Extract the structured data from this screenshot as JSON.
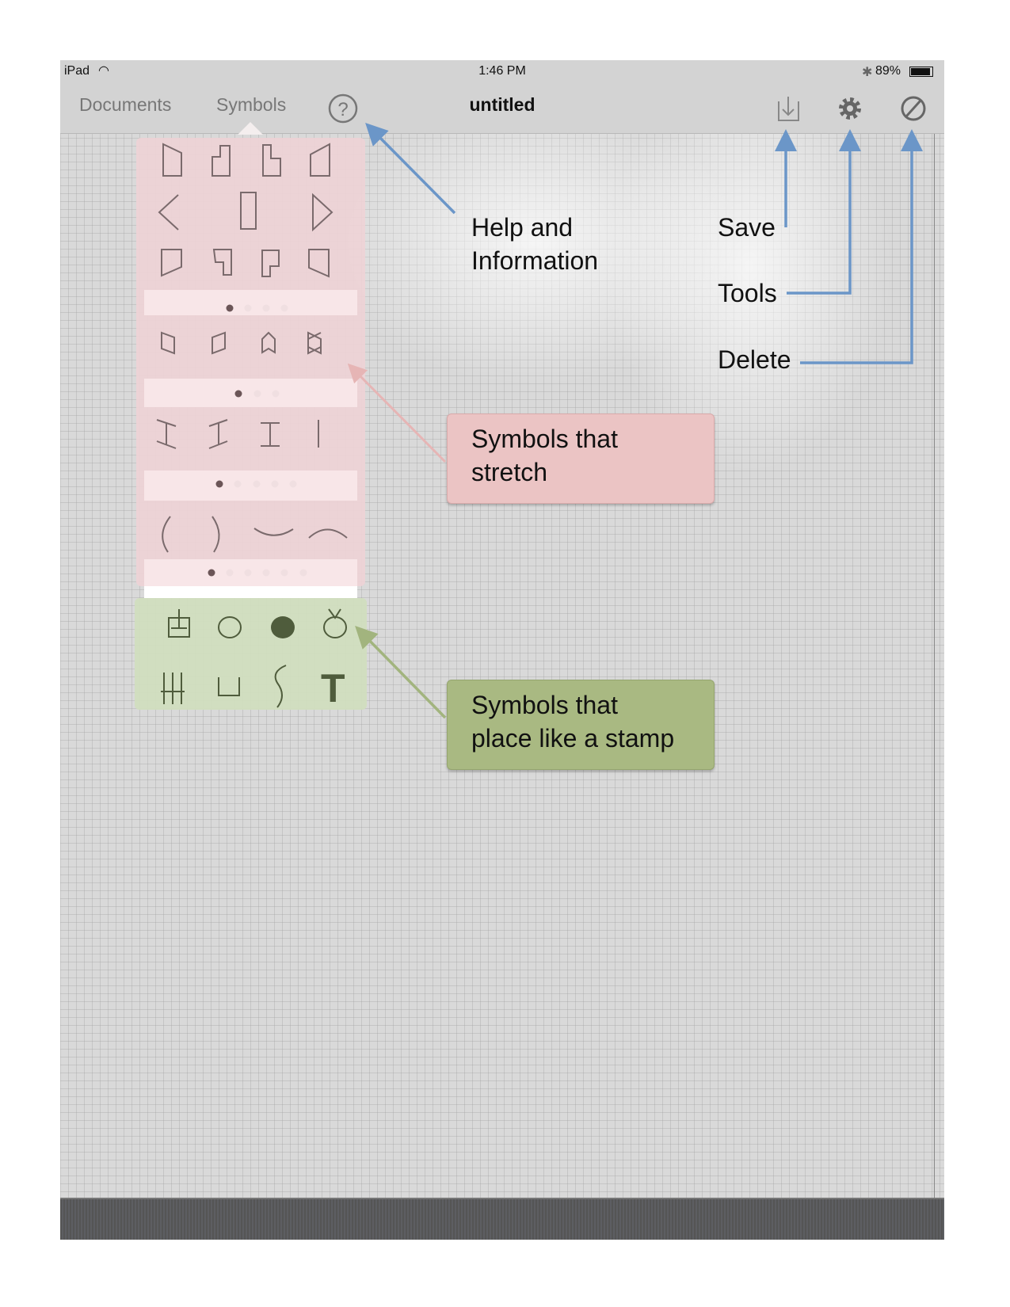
{
  "status_bar": {
    "device": "iPad",
    "time": "1:46 PM",
    "battery": "89%"
  },
  "nav": {
    "documents": "Documents",
    "symbols": "Symbols",
    "title": "untitled"
  },
  "icons": {
    "help": "help-icon",
    "save": "save-icon",
    "tools": "gear-icon",
    "delete": "delete-icon"
  },
  "annotations": {
    "help_line1": "Help and",
    "help_line2": "Information",
    "save": "Save",
    "tools": "Tools",
    "delete": "Delete"
  },
  "callouts": {
    "stretch_line1": "Symbols that",
    "stretch_line2": "stretch",
    "stamp_line1": "Symbols that",
    "stamp_line2": "place like a stamp"
  },
  "stamp_text_symbol": "T",
  "pagers": [
    {
      "pages": 4,
      "current": 1
    },
    {
      "pages": 3,
      "current": 1
    },
    {
      "pages": 5,
      "current": 1
    },
    {
      "pages": 6,
      "current": 1
    }
  ],
  "colors": {
    "arrow_blue": "#6b96c8",
    "callout_pink": "#ebc4c4",
    "callout_green": "#a9b982",
    "panel_pink": "#eed2d6",
    "panel_green": "#d0debe"
  }
}
